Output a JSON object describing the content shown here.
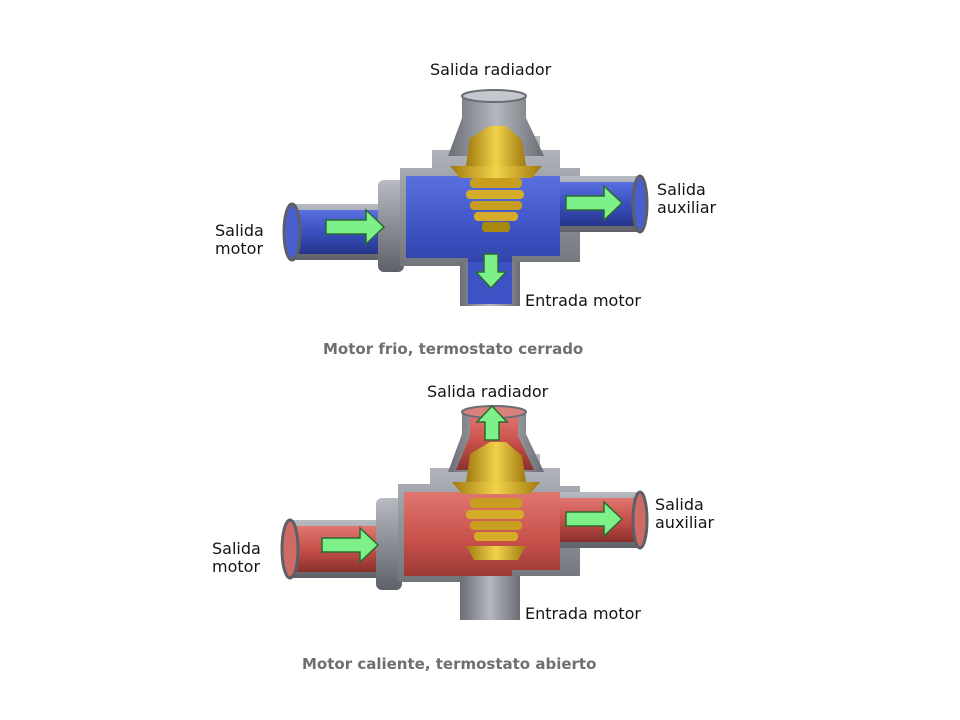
{
  "diagrams": [
    {
      "state": "cold",
      "labels": {
        "radiator_outlet": "Salida radiador",
        "aux_outlet_line1": "Salida",
        "aux_outlet_line2": "auxiliar",
        "engine_outlet_line1": "Salida",
        "engine_outlet_line2": "motor",
        "engine_inlet": "Entrada motor"
      },
      "caption": "Motor frio, termostato cerrado",
      "coolant_color": "#3f55c8",
      "flow_arrows": [
        "right",
        "right",
        "down"
      ]
    },
    {
      "state": "hot",
      "labels": {
        "radiator_outlet": "Salida radiador",
        "aux_outlet_line1": "Salida",
        "aux_outlet_line2": "auxiliar",
        "engine_outlet_line1": "Salida",
        "engine_outlet_line2": "motor",
        "engine_inlet": "Entrada motor"
      },
      "caption": "Motor caliente, termostato abierto",
      "coolant_color": "#c8504a",
      "flow_arrows": [
        "right",
        "right",
        "up"
      ]
    }
  ],
  "colors": {
    "housing": "#8c9096",
    "housing_dark": "#5c6066",
    "thermostat": "#d9b21f",
    "arrow": "#7ef08a",
    "caption": "#6f6f6f"
  }
}
